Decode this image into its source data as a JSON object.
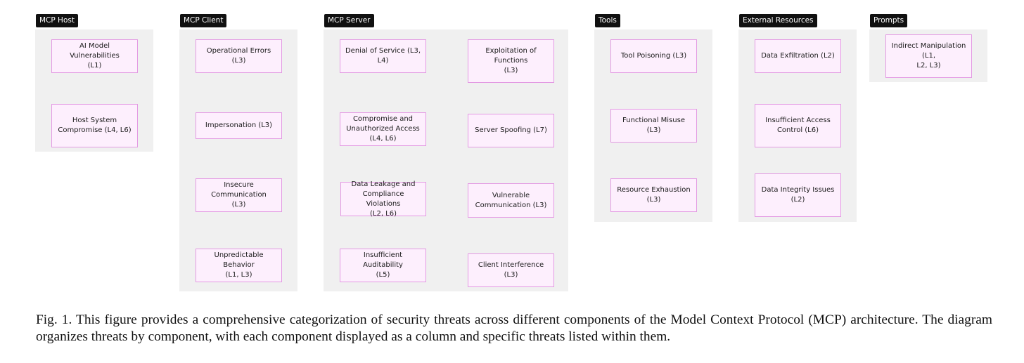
{
  "groups": {
    "mcp_host": {
      "label": "MCP Host",
      "threats": [
        "AI Model Vulnerabilities\n(L1)",
        "Host System\nCompromise (L4, L6)"
      ]
    },
    "mcp_client": {
      "label": "MCP Client",
      "threats": [
        "Operational Errors (L3)",
        "Impersonation (L3)",
        "Insecure Communication\n(L3)",
        "Unpredictable Behavior\n(L1, L3)"
      ]
    },
    "mcp_server": {
      "label": "MCP Server",
      "threats_left": [
        "Denial of Service (L3,\nL4)",
        "Compromise and\nUnauthorized Access\n(L4, L6)",
        "Data Leakage and\nCompliance Violations\n(L2, L6)",
        "Insufficient Auditability\n(L5)"
      ],
      "threats_right": [
        "Exploitation of Functions\n(L3)",
        "Server Spoofing (L7)",
        "Vulnerable\nCommunication (L3)",
        "Client Interference (L3)"
      ]
    },
    "tools": {
      "label": "Tools",
      "threats": [
        "Tool Poisoning (L3)",
        "Functional Misuse (L3)",
        "Resource Exhaustion\n(L3)"
      ]
    },
    "external_resources": {
      "label": "External Resources",
      "threats": [
        "Data Exfiltration (L2)",
        "Insufficient Access\nControl (L6)",
        "Data Integrity Issues\n(L2)"
      ]
    },
    "prompts": {
      "label": "Prompts",
      "threats": [
        "Indirect Manipulation (L1,\nL2, L3)"
      ]
    }
  },
  "caption": "Fig. 1.  This figure provides a comprehensive categorization of security threats across different components of the Model Context Protocol (MCP) architecture. The diagram organizes threats by component, with each component displayed as a column and specific threats listed within them."
}
